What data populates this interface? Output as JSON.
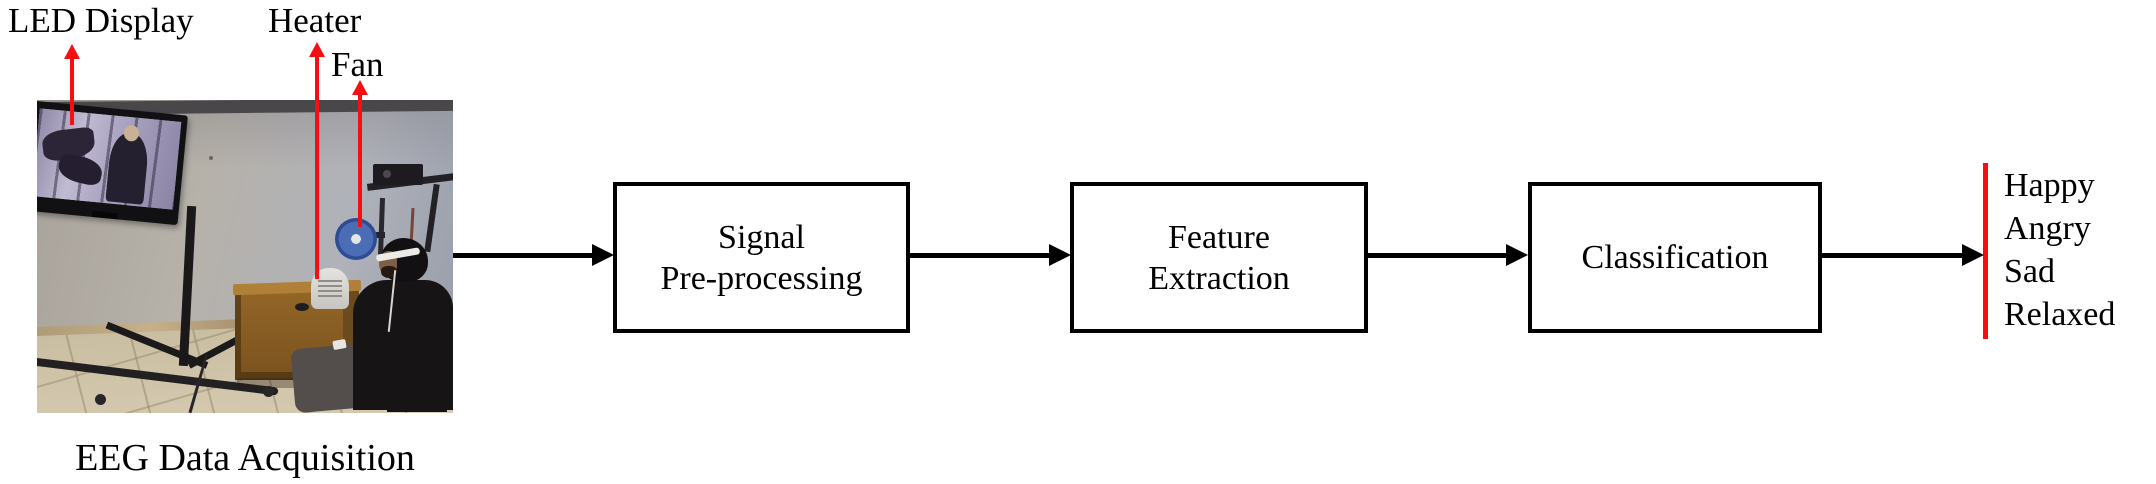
{
  "figure": {
    "photo": {
      "caption": "EEG Data Acquisition",
      "annotations": [
        {
          "label": "LED Display"
        },
        {
          "label": "Heater"
        },
        {
          "label": "Fan"
        }
      ]
    },
    "pipeline": [
      {
        "line1": "Signal",
        "line2": "Pre-processing"
      },
      {
        "line1": "Feature",
        "line2": "Extraction"
      },
      {
        "line1": "Classification"
      }
    ],
    "outputs": [
      "Happy",
      "Angry",
      "Sad",
      "Relaxed"
    ],
    "colors": {
      "annotation_red": "#f50f10",
      "diagram_black": "#000000"
    }
  }
}
